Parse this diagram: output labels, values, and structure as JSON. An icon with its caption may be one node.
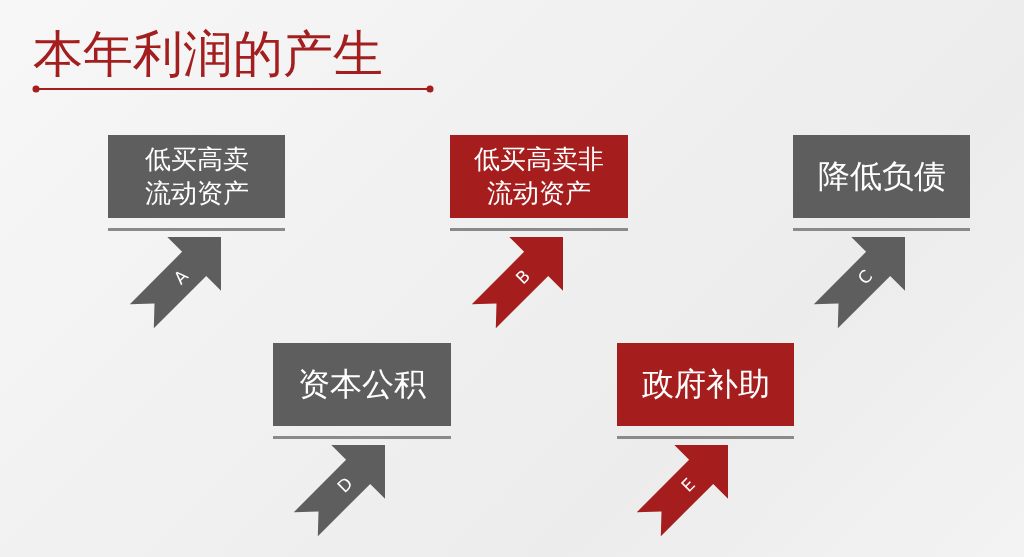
{
  "diagram": {
    "title": "本年利润的产生",
    "nodes": [
      {
        "text": [
          "低买高卖流动资产"
        ]
      },
      {
        "text": [
          "低买高卖非流动资产"
        ]
      },
      {
        "text": [
          "降低负债"
        ]
      },
      {
        "text": [
          "资本公积"
        ]
      },
      {
        "text": [
          "政府补助"
        ]
      }
    ],
    "edges": [
      {
        "from": null,
        "to": 0,
        "arrow": "to",
        "label": "A"
      },
      {
        "from": null,
        "to": 1,
        "arrow": "to",
        "label": "B",
        "color": "#a61d1d"
      },
      {
        "from": null,
        "to": 2,
        "arrow": "to",
        "label": "C"
      },
      {
        "from": null,
        "to": 3,
        "arrow": "to",
        "label": "D"
      },
      {
        "from": null,
        "to": 4,
        "arrow": "to",
        "label": "E",
        "color": "#a61d1d"
      }
    ]
  }
}
